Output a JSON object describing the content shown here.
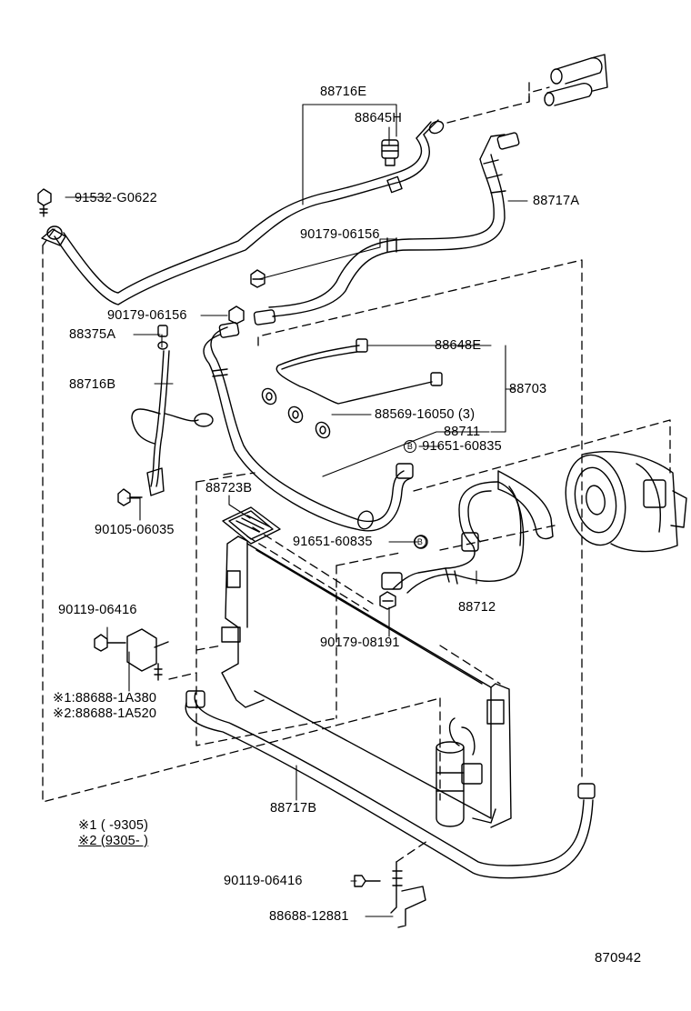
{
  "diagram_id": "870942",
  "parts": {
    "p88716E": "88716E",
    "p88645H": "88645H",
    "p91532": "91532-G0622",
    "p88717A": "88717A",
    "p90179_06156_a": "90179-06156",
    "p90179_06156_b": "90179-06156",
    "p88375A": "88375A",
    "p88648E": "88648E",
    "p88703": "88703",
    "p88716B": "88716B",
    "p88569": "88569-16050 (3)",
    "p88711": "88711",
    "p91651_a": "91651-60835",
    "p88723B": "88723B",
    "p90105": "90105-06035",
    "p91651_b": "91651-60835",
    "p88712": "88712",
    "p90119_a": "90119-06416",
    "p90179_08191": "90179-08191",
    "p88688_1A380": "※1:88688-1A380",
    "p88688_1A520": "※2:88688-1A520",
    "p88717B": "88717B",
    "p90119_b": "90119-06416",
    "p88688_12881": "88688-12881"
  },
  "circle_mark": "B",
  "notes": {
    "note1": "※1 (      -9305)",
    "note2": "※2 (9305-      )"
  }
}
